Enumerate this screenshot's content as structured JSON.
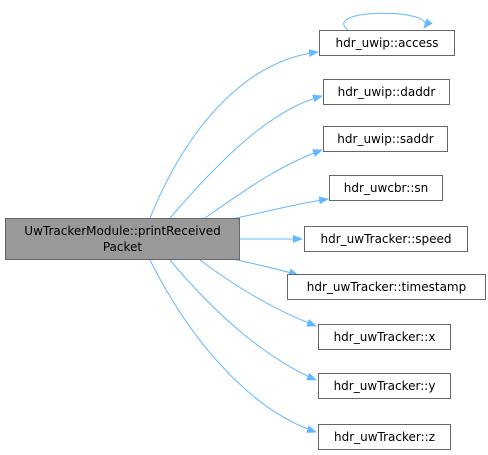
{
  "root": {
    "line1": "UwTrackerModule::printReceived",
    "line2": "Packet"
  },
  "callees": [
    {
      "label": "hdr_uwip::access"
    },
    {
      "label": "hdr_uwip::daddr"
    },
    {
      "label": "hdr_uwip::saddr"
    },
    {
      "label": "hdr_uwcbr::sn"
    },
    {
      "label": "hdr_uwTracker::speed"
    },
    {
      "label": "hdr_uwTracker::timestamp"
    },
    {
      "label": "hdr_uwTracker::x"
    },
    {
      "label": "hdr_uwTracker::y"
    },
    {
      "label": "hdr_uwTracker::z"
    }
  ],
  "colors": {
    "edge": "#63b8ff",
    "root_fill": "#999999",
    "node_border": "#666666"
  }
}
